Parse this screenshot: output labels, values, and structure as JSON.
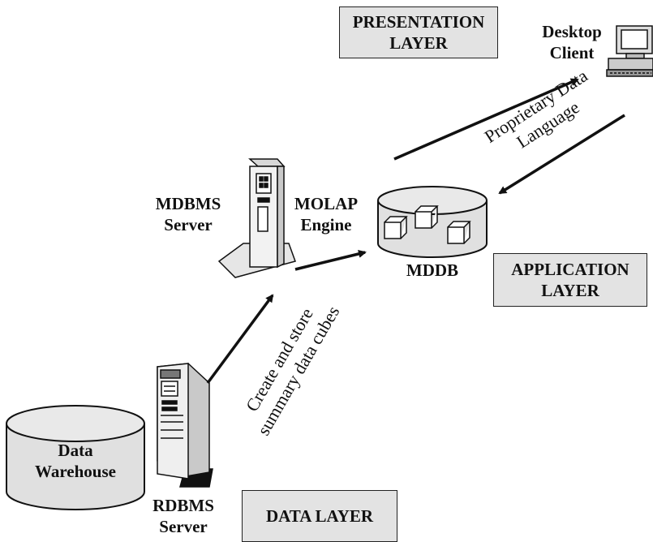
{
  "layers": {
    "presentation": [
      "PRESENTATION",
      "LAYER"
    ],
    "application": [
      "APPLICATION",
      "LAYER"
    ],
    "data": "DATA LAYER"
  },
  "nodes": {
    "desktop_client": [
      "Desktop",
      "Client"
    ],
    "mdbms_server": [
      "MDBMS",
      "Server"
    ],
    "molap_engine": [
      "MOLAP",
      "Engine"
    ],
    "mddb": "MDDB",
    "rdbms_server": [
      "RDBMS",
      "Server"
    ],
    "data_warehouse": [
      "Data",
      "Warehouse"
    ]
  },
  "annotations": {
    "proprietary": [
      "Proprietary Data",
      "Language"
    ],
    "create_store": [
      "Create and store",
      "summary data cubes"
    ]
  }
}
